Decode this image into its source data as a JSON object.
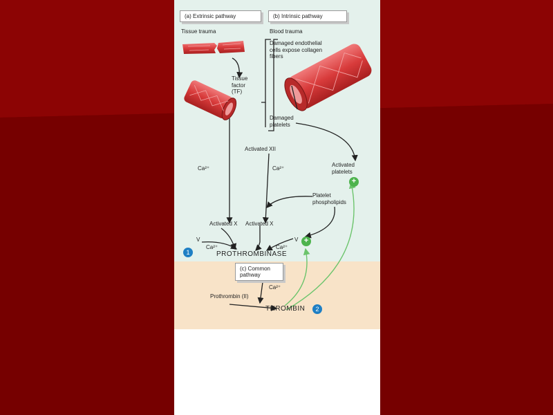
{
  "extrinsic_title": "(a) Extrinsic pathway",
  "intrinsic_title": "(b) Intrinsic pathway",
  "common_title": "(c) Common pathway",
  "tissue_trauma": "Tissue trauma",
  "blood_trauma": "Blood trauma",
  "damaged_endothelial": "Damaged endothelial cells expose collagen fibers",
  "tissue_factor": "Tissue factor (TF)",
  "damaged_platelets": "Damaged platelets",
  "activated_xii": "Activated XII",
  "ca_left": "Ca²⁺",
  "ca_mid": "Ca²⁺",
  "activated_platelets": "Activated platelets",
  "platelet_phospholipids": "Platelet phospholipids",
  "activated_x_left": "Activated X",
  "activated_x_right": "Activated X",
  "v_left": "V",
  "v_right": "V",
  "ca_low_left": "Ca²⁺",
  "ca_low_right": "Ca²⁺",
  "prothrombinase": "PROTHROMBINASE",
  "ca_common": "Ca²⁺",
  "prothrombin": "Prothrombin (II)",
  "thrombin": "THROMBIN",
  "step_1": "1",
  "step_2": "2",
  "plus_sign": "+",
  "colors": {
    "background": "#7a0000",
    "upper_panel": "#e4f1ec",
    "lower_panel": "#f8e3c8",
    "vessel": "#d83b3b",
    "feedback_arrow": "#6cc46c",
    "step_badge": "#1f7fc4"
  }
}
